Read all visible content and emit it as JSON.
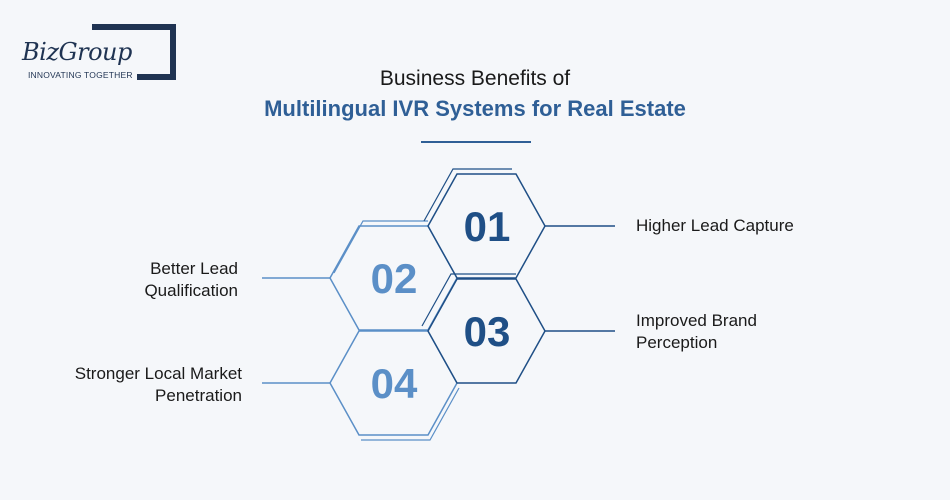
{
  "logo": {
    "word": "BizGroup",
    "tagline": "INNOVATING TOGETHER"
  },
  "title": {
    "line1": "Business Benefits of",
    "line2": "Multilingual IVR Systems for Real Estate"
  },
  "items": [
    {
      "number": "01",
      "label_line1": "Higher Lead Capture",
      "label_line2": ""
    },
    {
      "number": "02",
      "label_line1": "Better Lead",
      "label_line2": "Qualification"
    },
    {
      "number": "03",
      "label_line1": "Improved Brand",
      "label_line2": "Perception"
    },
    {
      "number": "04",
      "label_line1": "Stronger Local Market",
      "label_line2": "Penetration"
    }
  ],
  "colors": {
    "dark_blue": "#1f4f86",
    "light_blue": "#5b8fc7",
    "title_blue": "#2f5f96",
    "logo_navy": "#1f3352"
  }
}
